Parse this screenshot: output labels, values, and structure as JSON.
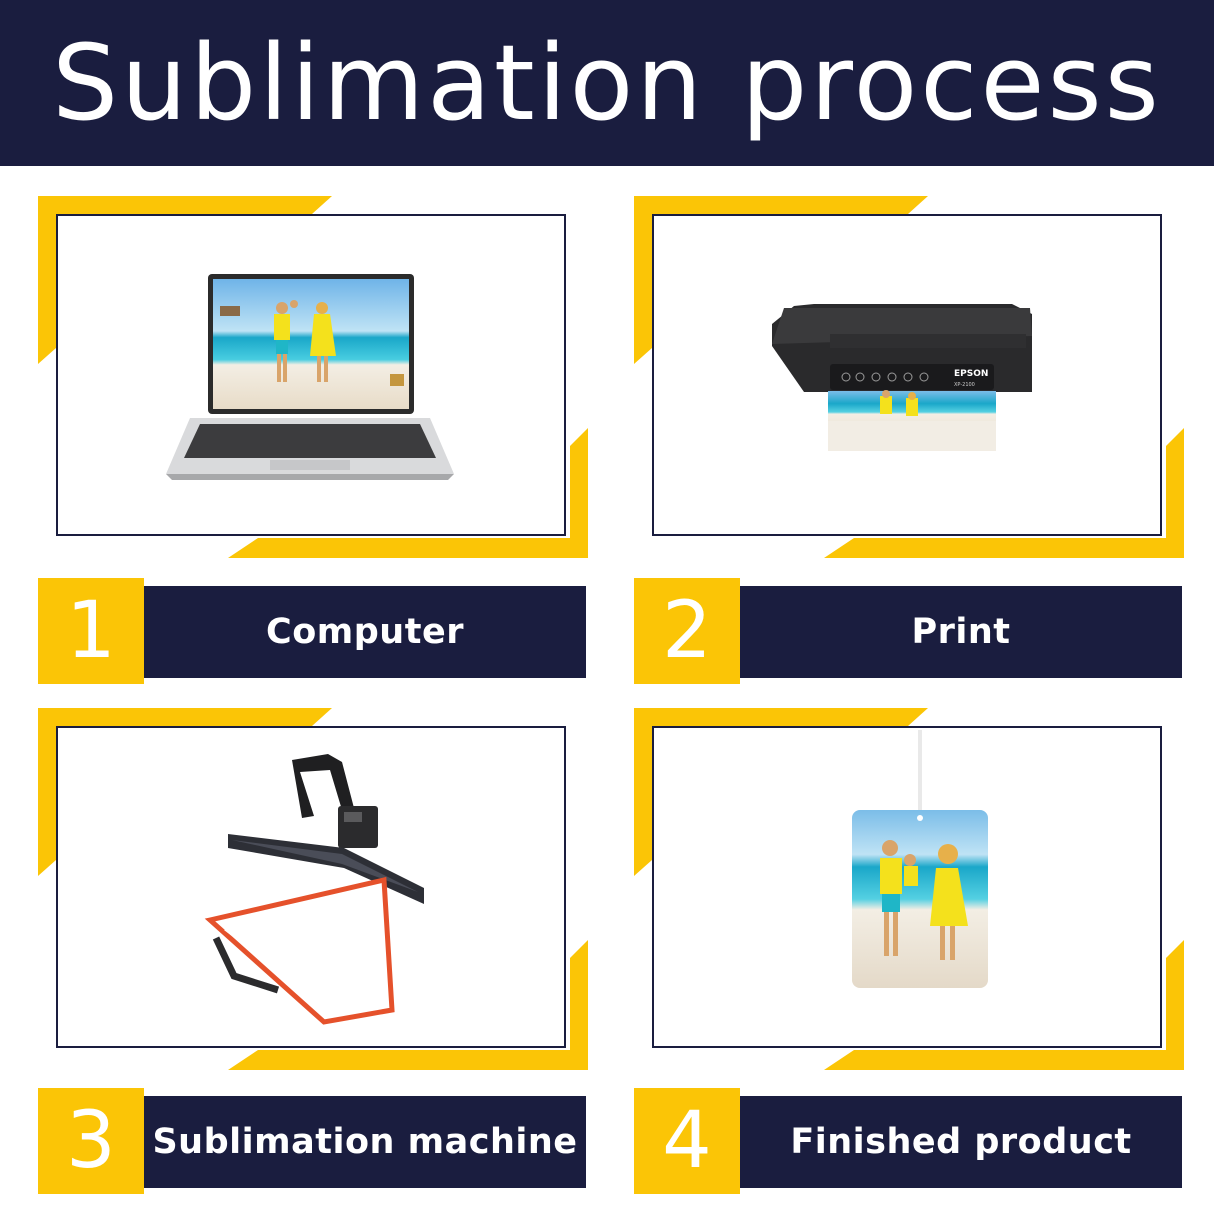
{
  "title": "Sublimation process",
  "colors": {
    "navy": "#1a1d3f",
    "yellow": "#fbc506",
    "white": "#ffffff"
  },
  "steps": [
    {
      "number": "1",
      "label": "Computer",
      "icon": "laptop-icon"
    },
    {
      "number": "2",
      "label": "Print",
      "icon": "printer-icon"
    },
    {
      "number": "3",
      "label": "Sublimation machine",
      "icon": "heat-press-icon"
    },
    {
      "number": "4",
      "label": "Finished product",
      "icon": "air-freshener-icon"
    }
  ],
  "printer": {
    "brand": "EPSON",
    "model": "XP-2100"
  }
}
